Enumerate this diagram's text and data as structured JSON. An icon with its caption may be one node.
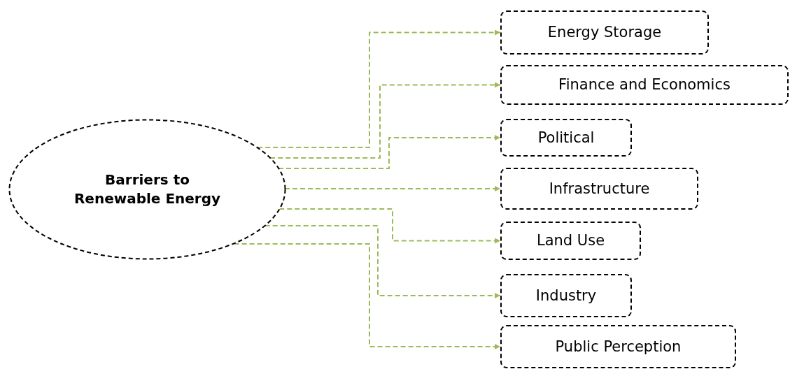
{
  "diagram": {
    "nodes": [
      {
        "text": [
          "Barriers to Renewable Energy"
        ]
      },
      {
        "text": [
          "Energy Storage"
        ]
      },
      {
        "text": [
          "Finance and Economics"
        ]
      },
      {
        "text": [
          "Political"
        ]
      },
      {
        "text": [
          "Infrastructure"
        ]
      },
      {
        "text": [
          "Land Use"
        ]
      },
      {
        "text": [
          "Industry"
        ]
      },
      {
        "text": [
          "Public Perception"
        ]
      }
    ],
    "edges": [
      {
        "from": 0,
        "to": 1,
        "arrow": "to",
        "style": "dashed"
      },
      {
        "from": 0,
        "to": 2,
        "arrow": "to",
        "style": "dashed"
      },
      {
        "from": 0,
        "to": 3,
        "arrow": "to",
        "style": "dashed"
      },
      {
        "from": 0,
        "to": 4,
        "arrow": "to",
        "style": "dashed"
      },
      {
        "from": 0,
        "to": 5,
        "arrow": "to",
        "style": "dashed"
      },
      {
        "from": 0,
        "to": 6,
        "arrow": "to",
        "style": "dashed"
      },
      {
        "from": 0,
        "to": 7,
        "arrow": "to",
        "style": "dashed"
      }
    ]
  }
}
